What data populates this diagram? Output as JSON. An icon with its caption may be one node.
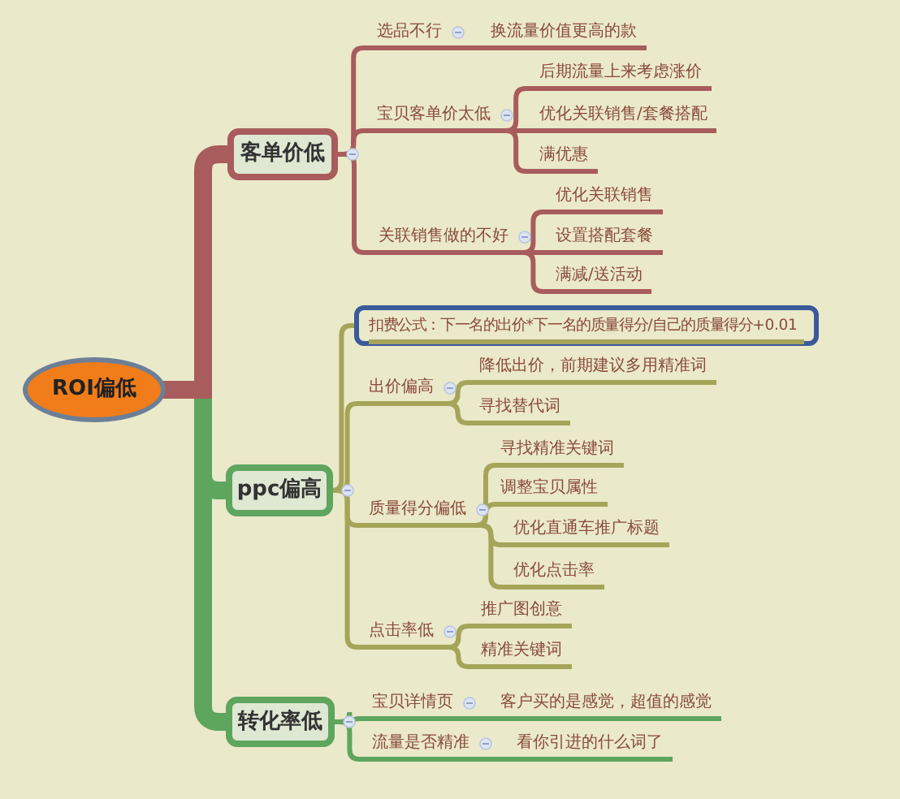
{
  "diagram": {
    "nodes": [
      {
        "text": [
          "ROI偏低"
        ]
      },
      {
        "text": [
          "客单价低"
        ]
      },
      {
        "text": [
          "选品不行"
        ]
      },
      {
        "text": [
          "换流量价值更高的款"
        ]
      },
      {
        "text": [
          "宝贝客单价太低"
        ]
      },
      {
        "text": [
          "后期流量上来考虑涨价"
        ]
      },
      {
        "text": [
          "优化关联销售/套餐搭配"
        ]
      },
      {
        "text": [
          "满优惠"
        ]
      },
      {
        "text": [
          "关联销售做的不好"
        ]
      },
      {
        "text": [
          "优化关联销售"
        ]
      },
      {
        "text": [
          "设置搭配套餐"
        ]
      },
      {
        "text": [
          "满减/送活动"
        ]
      },
      {
        "text": [
          "ppc偏高"
        ]
      },
      {
        "text": [
          "扣费公式：下一名的出价*下一名的质量得分/自己的质量得分+0.01"
        ]
      },
      {
        "text": [
          "出价偏高"
        ]
      },
      {
        "text": [
          "降低出价，前期建议多用精准词"
        ]
      },
      {
        "text": [
          "寻找替代词"
        ]
      },
      {
        "text": [
          "质量得分偏低"
        ]
      },
      {
        "text": [
          "寻找精准关键词"
        ]
      },
      {
        "text": [
          "调整宝贝属性"
        ]
      },
      {
        "text": [
          "优化直通车推广标题"
        ]
      },
      {
        "text": [
          "优化点击率"
        ]
      },
      {
        "text": [
          "点击率低"
        ]
      },
      {
        "text": [
          "推广图创意"
        ]
      },
      {
        "text": [
          "精准关键词"
        ]
      },
      {
        "text": [
          "转化率低"
        ]
      },
      {
        "text": [
          "宝贝详情页"
        ]
      },
      {
        "text": [
          "客户买的是感觉，超值的感觉"
        ]
      },
      {
        "text": [
          "流量是否精准"
        ]
      },
      {
        "text": [
          "看你引进的什么词了"
        ]
      }
    ],
    "edges": [
      {
        "from": 0,
        "to": 1,
        "arrow": "none",
        "style": "thick",
        "color": "#a85c5c"
      },
      {
        "from": 1,
        "to": 2,
        "arrow": "none",
        "color": "#a85c5c"
      },
      {
        "from": 2,
        "to": 3,
        "arrow": "none",
        "color": "#a85c5c"
      },
      {
        "from": 1,
        "to": 4,
        "arrow": "none",
        "color": "#a85c5c"
      },
      {
        "from": 4,
        "to": 5,
        "arrow": "none",
        "color": "#a85c5c"
      },
      {
        "from": 4,
        "to": 6,
        "arrow": "none",
        "color": "#a85c5c"
      },
      {
        "from": 4,
        "to": 7,
        "arrow": "none",
        "color": "#a85c5c"
      },
      {
        "from": 1,
        "to": 8,
        "arrow": "none",
        "color": "#a85c5c"
      },
      {
        "from": 8,
        "to": 9,
        "arrow": "none",
        "color": "#a85c5c"
      },
      {
        "from": 8,
        "to": 10,
        "arrow": "none",
        "color": "#a85c5c"
      },
      {
        "from": 8,
        "to": 11,
        "arrow": "none",
        "color": "#a85c5c"
      },
      {
        "from": 0,
        "to": 12,
        "arrow": "none",
        "style": "thick",
        "color": "#5ea55e"
      },
      {
        "from": 12,
        "to": 13,
        "arrow": "none"
      },
      {
        "from": 12,
        "to": 14,
        "arrow": "none"
      },
      {
        "from": 14,
        "to": 15,
        "arrow": "none"
      },
      {
        "from": 14,
        "to": 16,
        "arrow": "none"
      },
      {
        "from": 12,
        "to": 17,
        "arrow": "none"
      },
      {
        "from": 17,
        "to": 18,
        "arrow": "none"
      },
      {
        "from": 17,
        "to": 19,
        "arrow": "none"
      },
      {
        "from": 17,
        "to": 20,
        "arrow": "none"
      },
      {
        "from": 17,
        "to": 21,
        "arrow": "none"
      },
      {
        "from": 12,
        "to": 22,
        "arrow": "none"
      },
      {
        "from": 22,
        "to": 23,
        "arrow": "none"
      },
      {
        "from": 22,
        "to": 24,
        "arrow": "none"
      },
      {
        "from": 0,
        "to": 25,
        "arrow": "none",
        "style": "thick",
        "color": "#5ea55e"
      },
      {
        "from": 25,
        "to": 26,
        "arrow": "none",
        "color": "#5ea55e"
      },
      {
        "from": 26,
        "to": 27,
        "arrow": "none",
        "color": "#5ea55e"
      },
      {
        "from": 25,
        "to": 28,
        "arrow": "none",
        "color": "#5ea55e"
      },
      {
        "from": 28,
        "to": 29,
        "arrow": "none",
        "color": "#5ea55e"
      }
    ]
  }
}
